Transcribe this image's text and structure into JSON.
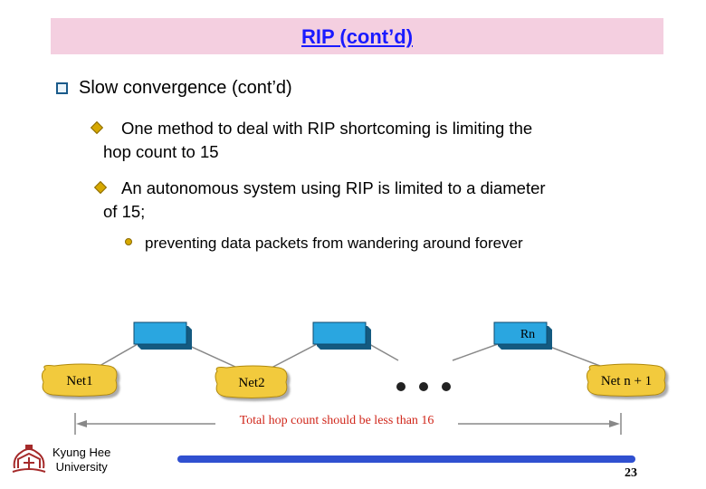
{
  "title": "RIP (cont’d)",
  "bullet_main": "Slow convergence (cont’d)",
  "point1": {
    "first": "One method to deal with RIP shortcoming is limiting the",
    "second": "hop count to 15"
  },
  "point2": {
    "first": "An autonomous system using RIP is limited to a diameter",
    "second": "of 15;"
  },
  "subpoint": "preventing data packets from wandering around forever",
  "diagram": {
    "net1": "Net1",
    "net2": "Net2",
    "router_n": "Rn",
    "net_last": "Net n + 1",
    "hop_caption": "Total hop count should be less than 16"
  },
  "footer": {
    "university_line1": "Kyung Hee",
    "university_line2": "University",
    "page_number": "23"
  },
  "colors": {
    "title_bg": "#f4cfe0",
    "title_text": "#1a1aff",
    "net_fill": "#f2ca3c",
    "router_fill": "#2aa6e0",
    "caption": "#d0261a",
    "footer_bar": "#3050d0"
  }
}
